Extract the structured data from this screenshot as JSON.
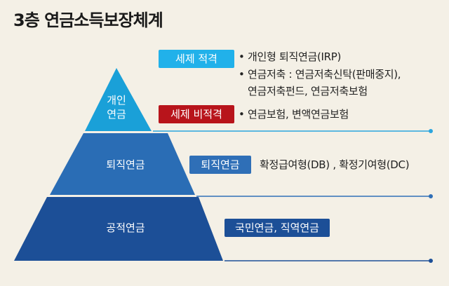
{
  "title": "3층 연금소득보장체계",
  "colors": {
    "background": "#f4f0e6",
    "tier_top": "#1aa0d8",
    "tier_mid": "#2a6db5",
    "tier_bottom": "#1c4f97",
    "badge_light_blue": "#21b1ea",
    "badge_red": "#b8141b",
    "badge_blue": "#2f6fb7",
    "badge_navy": "#1c4f97",
    "line_light": "#2aa5de",
    "line_mid": "#2f6fb7",
    "line_dark": "#1c4f97"
  },
  "tiers": {
    "top": {
      "label_line1": "개인",
      "label_line2": "연금"
    },
    "middle": {
      "label": "퇴직연금"
    },
    "bottom": {
      "label": "공적연금"
    }
  },
  "personal": {
    "tax_eligible_badge": "세제 적격",
    "tax_eligible_items": [
      "• 개인형 퇴직연금(IRP)",
      "• 연금저축 : 연금저축신탁(판매중지),",
      "연금저축펀드, 연금저축보험"
    ],
    "tax_ineligible_badge": "세제 비적격",
    "tax_ineligible_item": "• 연금보험, 변액연금보험"
  },
  "retirement": {
    "badge": "퇴직연금",
    "description": "확정급여형(DB) , 확정기여형(DC)"
  },
  "public": {
    "badge": "국민연금, 직역연금"
  }
}
